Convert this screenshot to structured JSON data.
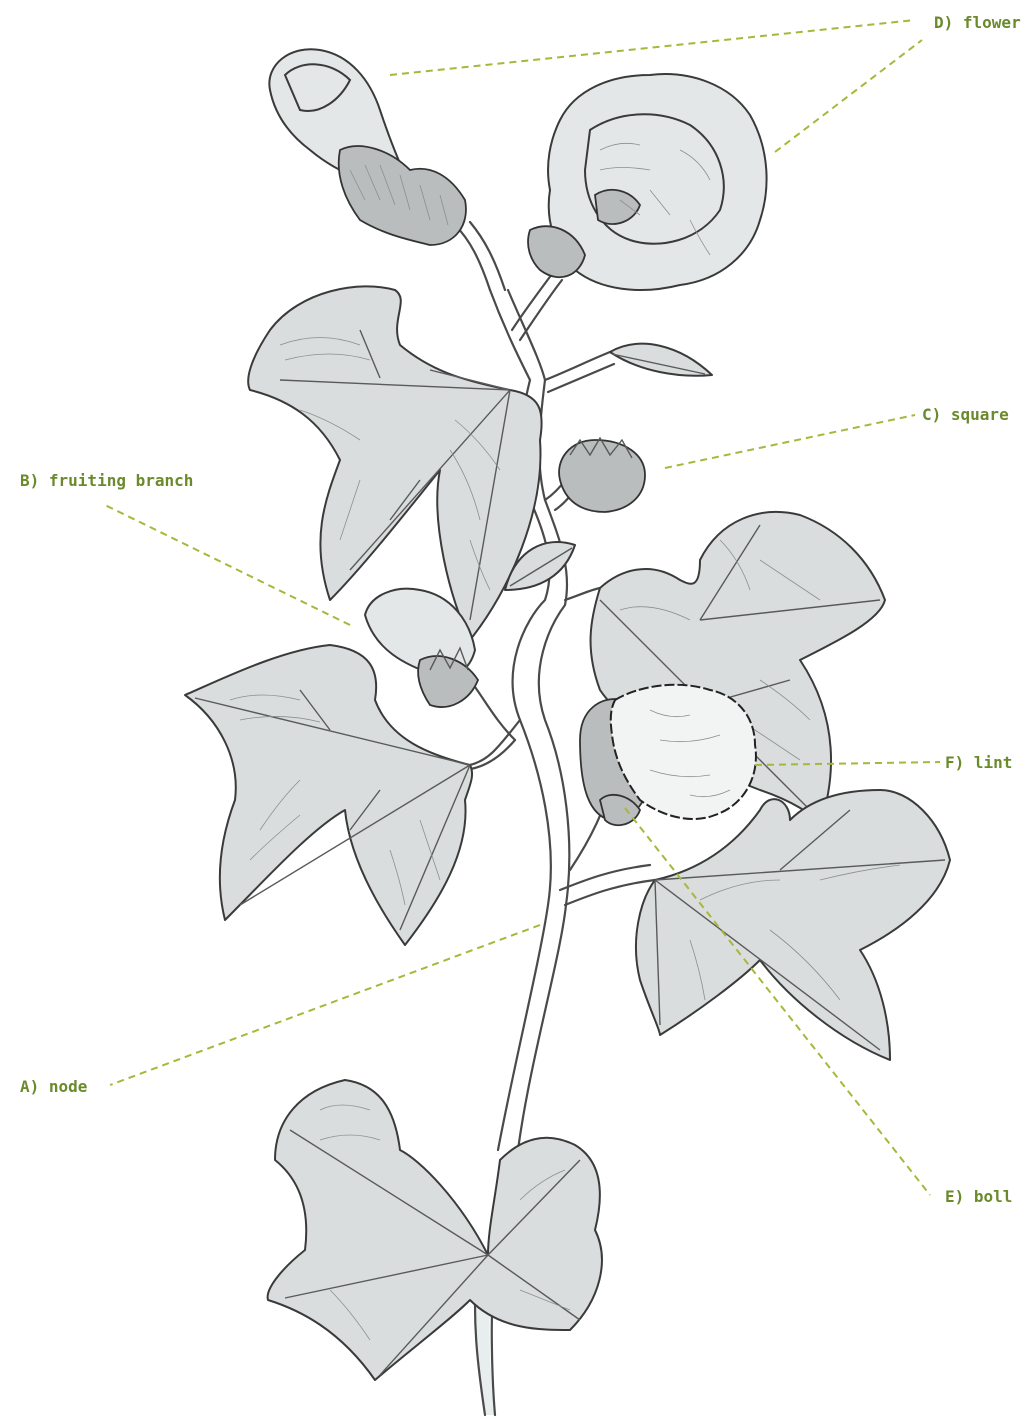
{
  "labels": {
    "a": "A) node",
    "b": "B) fruiting branch",
    "c": "C) square",
    "d": "D) flower",
    "e": "E) boll",
    "f": "F) lint"
  },
  "colors": {
    "label_text": "#6b8a2c",
    "leader_line": "#a6b83a",
    "outline": "#3a3a3a",
    "leaf_fill": "#d9dddd"
  }
}
